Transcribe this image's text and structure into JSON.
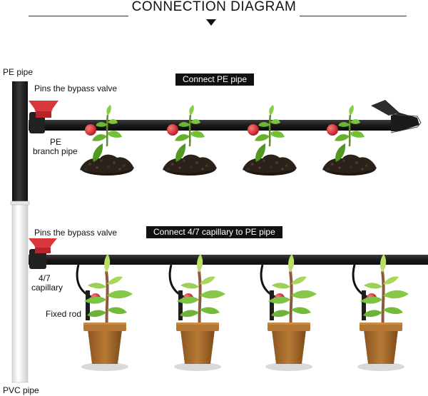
{
  "header": {
    "title": "CONNECTION DIAGRAM"
  },
  "labels": {
    "pe_pipe": "PE pipe",
    "pvc_pipe": "PVC pipe",
    "bypass_valve_top": "Pins the bypass valve",
    "bypass_valve_bottom": "Pins the bypass valve",
    "pe_branch_line1": "PE",
    "pe_branch_line2": "branch pipe",
    "capillary_line1": "4/7",
    "capillary_line2": "capillary",
    "fixed_rod": "Fixed rod"
  },
  "banners": {
    "top": "Connect PE pipe",
    "bottom": "Connect 4/7 capillary to PE pipe"
  },
  "colors": {
    "pipe": "#1c1c1c",
    "valve": "#d8383b",
    "pot": "#a66a2c",
    "soil": "#2a221b",
    "leaf": "#6cb72e",
    "pvc": "#f2f2f2"
  }
}
